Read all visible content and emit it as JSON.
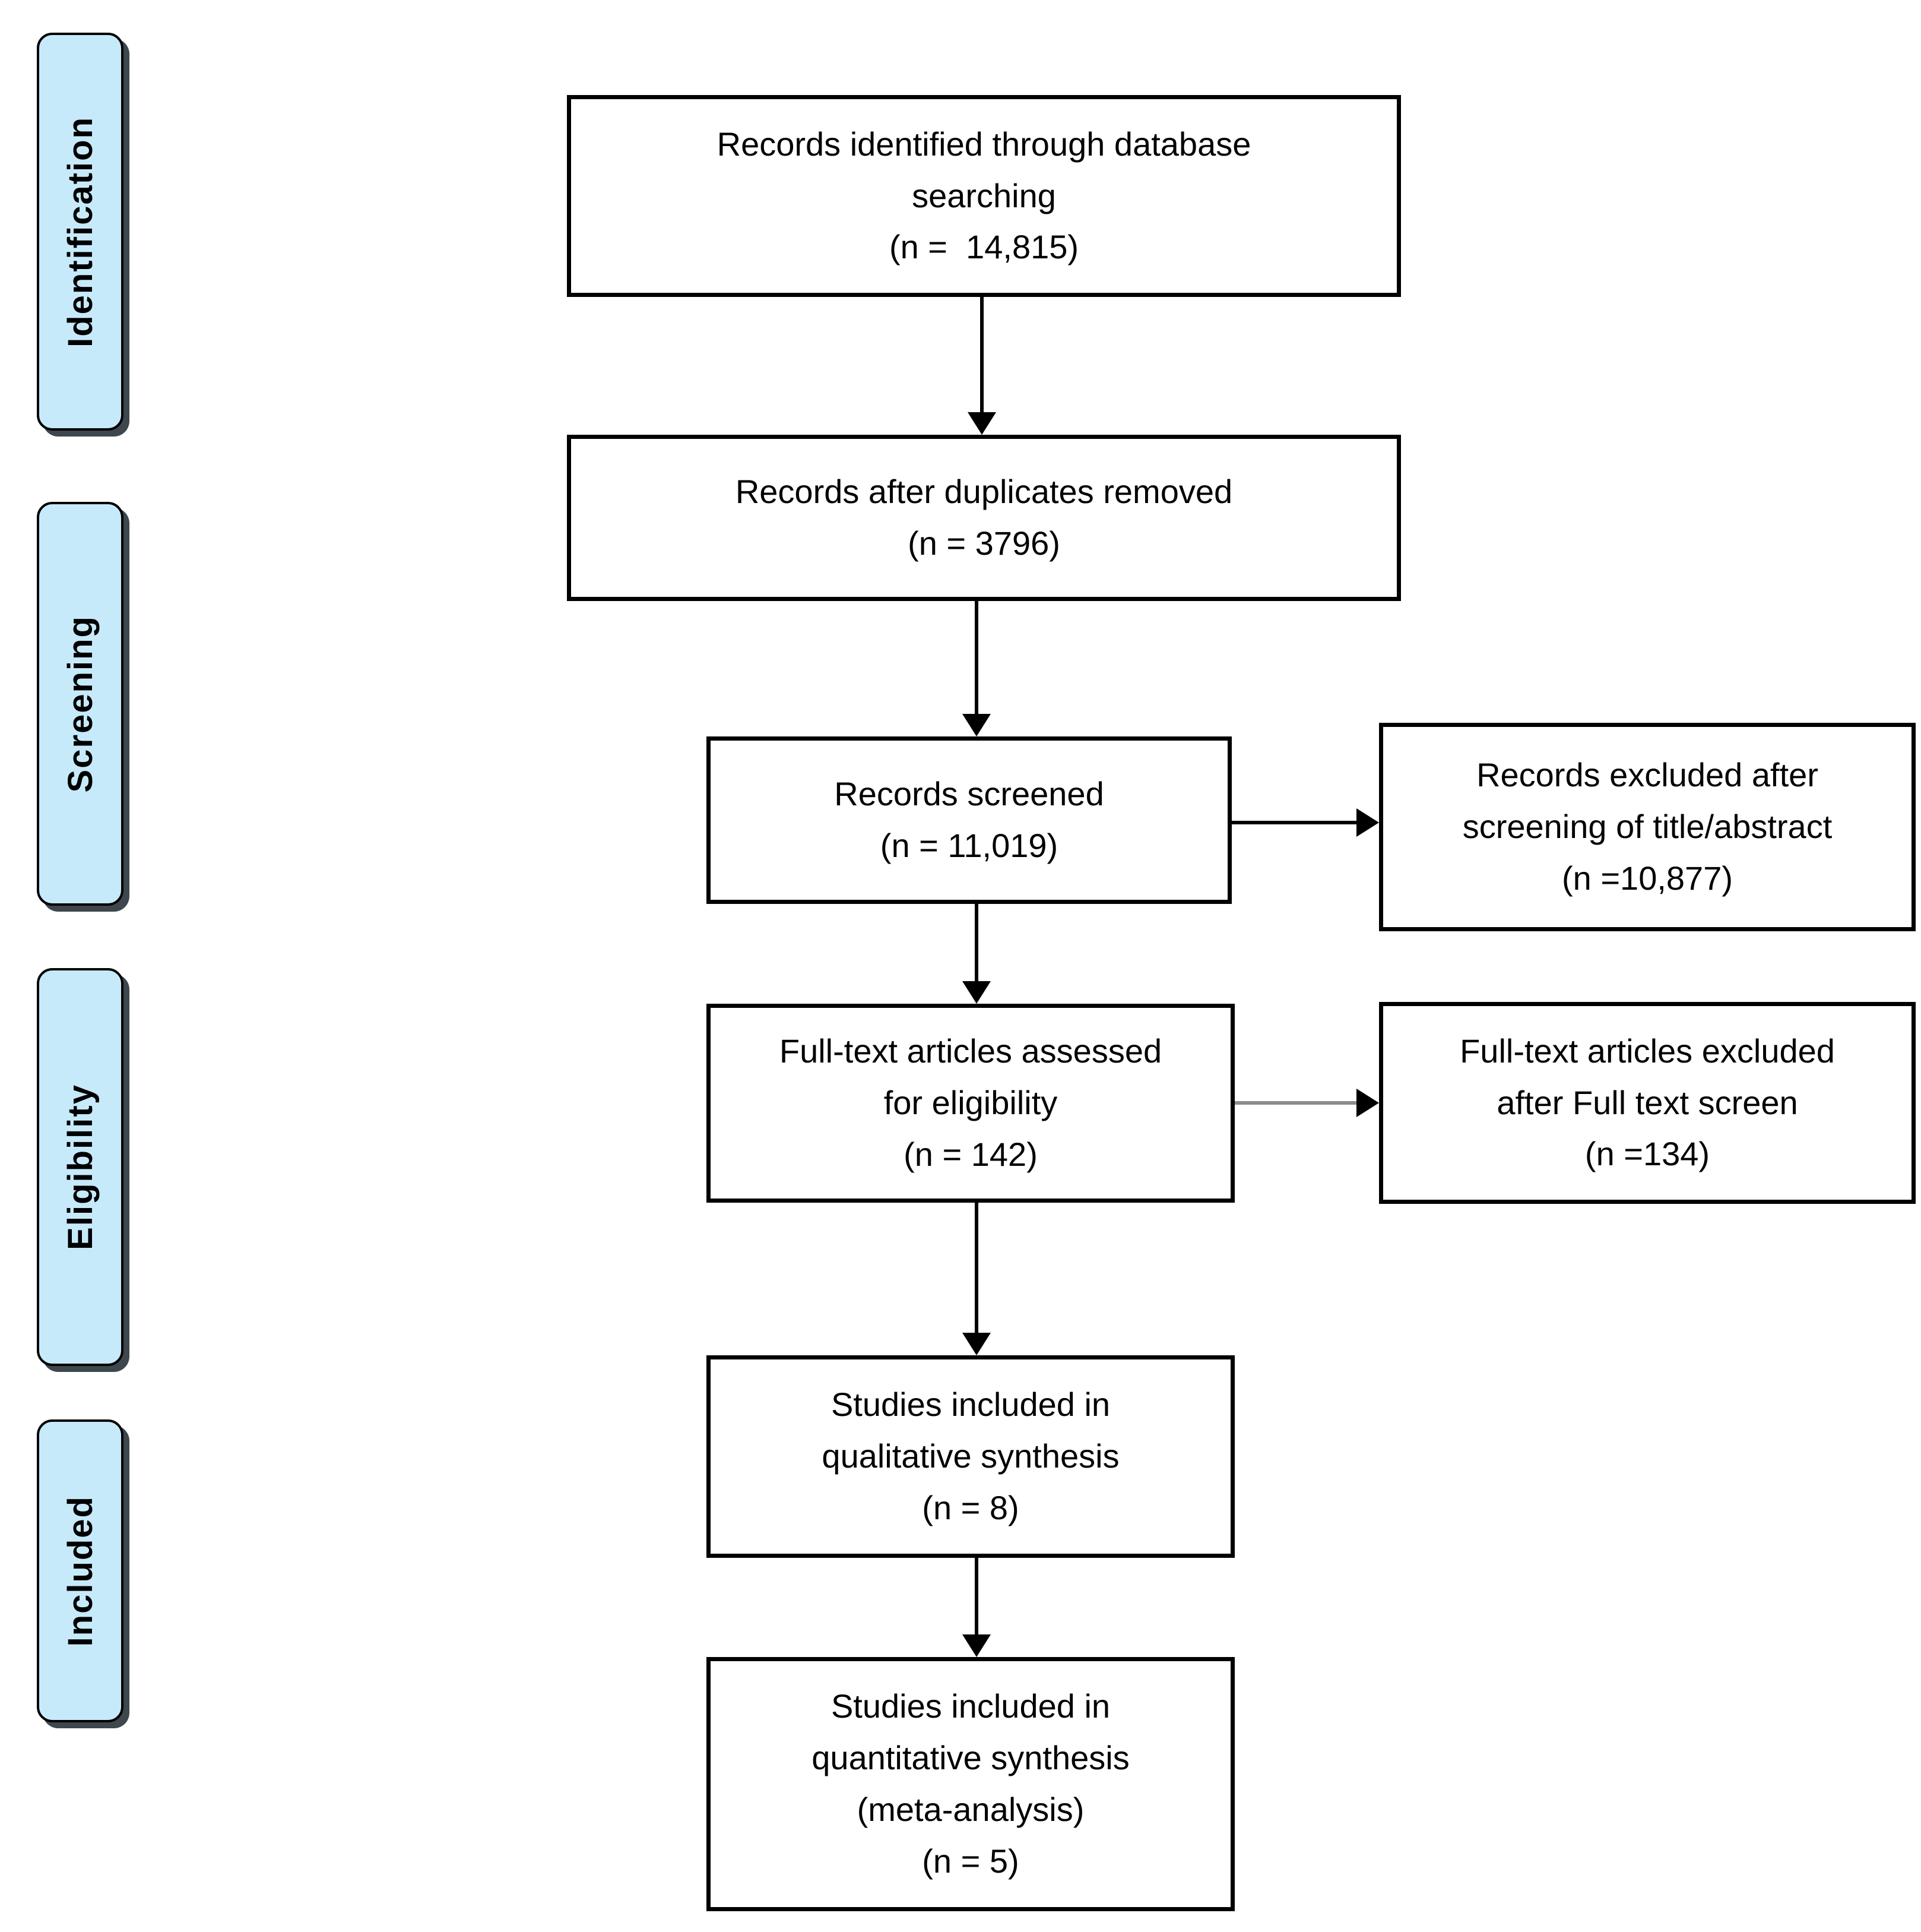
{
  "sidebar": {
    "stages": [
      {
        "label": "Identification"
      },
      {
        "label": "Screening"
      },
      {
        "label": "Eligibility"
      },
      {
        "label": "Included"
      }
    ]
  },
  "flow": {
    "main_boxes": [
      {
        "name": "records-identified",
        "text": "Records identified through database\nsearching\n(n =  14,815)"
      },
      {
        "name": "records-after-duplicates",
        "text": "Records after duplicates removed\n(n = 3796)"
      },
      {
        "name": "records-screened",
        "text": "Records screened\n(n = 11,019)"
      },
      {
        "name": "fulltext-assessed",
        "text": "Full-text articles assessed\nfor eligibility\n(n = 142)"
      },
      {
        "name": "qualitative-synthesis",
        "text": "Studies included in\nqualitative synthesis\n(n = 8)"
      },
      {
        "name": "quantitative-synthesis",
        "text": "Studies included in\nquantitative synthesis\n(meta-analysis)\n(n = 5)"
      }
    ],
    "exclusion_boxes": [
      {
        "name": "records-excluded",
        "text": "Records excluded after\nscreening of title/abstract\n(n =10,877)"
      },
      {
        "name": "fulltext-excluded",
        "text": "Full-text articles excluded\nafter Full text screen\n(n =134)"
      }
    ]
  },
  "colors": {
    "stage_fill": "#c7eafb",
    "stage_border": "#000000",
    "stage_shadow": "#3d474d",
    "box_background": "#ffffff",
    "box_border": "#000000",
    "arrow": "#000000",
    "excluded_arrow_shaft": "#8c8c8c"
  }
}
